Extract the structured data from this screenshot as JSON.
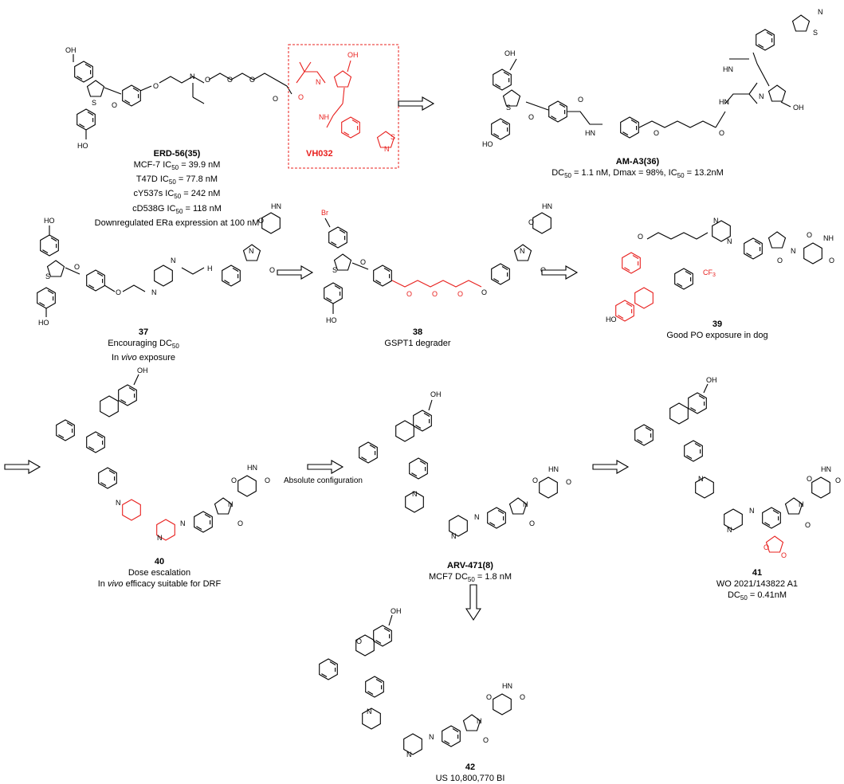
{
  "compounds": {
    "erd56": {
      "name": "ERD-56(35)",
      "lines": [
        {
          "pre": "MCF-7 IC",
          "sub": "50",
          "post": " = 39.9 nM"
        },
        {
          "pre": "T47D IC",
          "sub": "50",
          "post": " = 77.8 nM"
        },
        {
          "pre": "cY537s IC",
          "sub": "50",
          "post": " = 242 nM"
        },
        {
          "pre": "cD538G IC",
          "sub": "50",
          "post": " = 118 nM"
        },
        {
          "pre": "Downregulated ERa expression at 100 nM",
          "sub": "",
          "post": ""
        }
      ]
    },
    "vh032": {
      "name": "VH032"
    },
    "ama3": {
      "name": "AM-A3(36)",
      "line": {
        "a": "DC",
        "a_sub": "50",
        "b": " = 1.1 nM, Dmax = 98%, IC",
        "b_sub": "50",
        "c": " = 13.2nM"
      }
    },
    "c37": {
      "name": "37",
      "line1_pre": "Encouraging DC",
      "line1_sub": "50",
      "line2_a": "In ",
      "line2_i": "vivo",
      "line2_b": " exposure"
    },
    "c38": {
      "name": "38",
      "line1": "GSPT1 degrader"
    },
    "c39": {
      "name": "39",
      "line1": "Good PO exposure in dog"
    },
    "c40": {
      "name": "40",
      "line1": "Dose escalation",
      "line2_a": "In ",
      "line2_i": "vivo",
      "line2_b": " efficacy suitable for DRF"
    },
    "arv471": {
      "name": "ARV-471(8)",
      "line_pre": "MCF7 DC",
      "line_sub": "50",
      "line_post": " = 1.8 nM"
    },
    "c41": {
      "name": "41",
      "line1": "WO 2021/143822 A1",
      "line2_pre": "DC",
      "line2_sub": "50",
      "line2_post": " = 0.41nM"
    },
    "c42": {
      "name": "42",
      "line1": "US 10,800,770 BI"
    }
  },
  "annotations": {
    "absolute_configuration": "Absolute configuration"
  },
  "atoms": {
    "OH": "OH",
    "HO": "HO",
    "O": "O",
    "N": "N",
    "S": "S",
    "H": "H",
    "NH": "NH",
    "HN": "HN",
    "Br": "Br",
    "CF3": "CF",
    "CF3_sub": "3"
  },
  "colors": {
    "highlight": "#e8201e",
    "ink": "#000000"
  }
}
